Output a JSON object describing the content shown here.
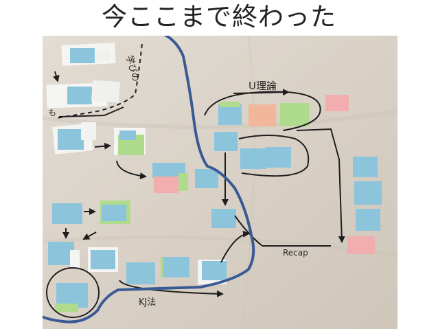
{
  "slide": {
    "title": "今ここまで終わった"
  },
  "photo": {
    "handwritten": {
      "top_right": "U理論",
      "top_left_vertical": "学びの",
      "left_mark": "も",
      "bottom_middle": "KJ法",
      "right_middle": "Recap"
    }
  },
  "colors": {
    "highlight_outline": "#3a5a94",
    "backdrop": "#ddd5cb",
    "sticky_blue": "#8cc4dc",
    "sticky_green": "#aedc8c",
    "sticky_pink": "#f2aeae",
    "sticky_orange": "#f2b79b",
    "marker": "#1e1e1e"
  }
}
